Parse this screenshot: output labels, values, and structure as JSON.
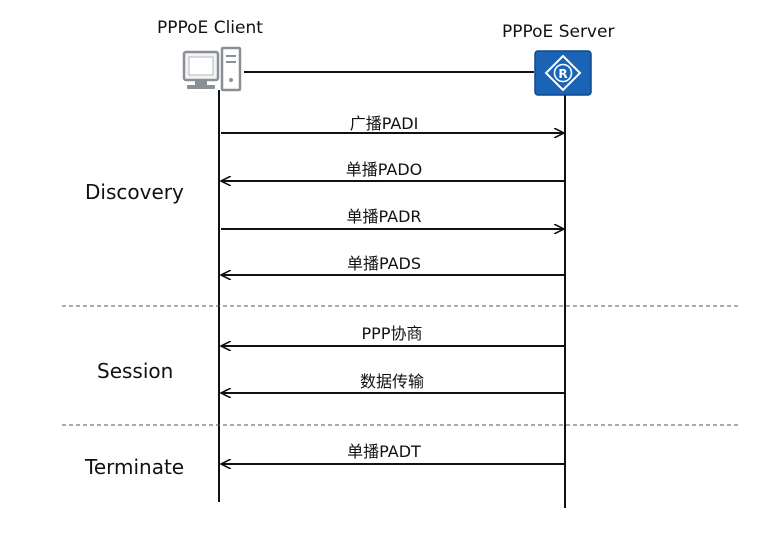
{
  "actors": {
    "client": {
      "label": "PPPoE Client",
      "icon": "computer-icon"
    },
    "server": {
      "label": "PPPoE Server",
      "icon": "router-icon"
    }
  },
  "phases": [
    {
      "label": "Discovery"
    },
    {
      "label": "Session"
    },
    {
      "label": "Terminate"
    }
  ],
  "messages": [
    {
      "label": "广播PADI",
      "direction": "client-to-server"
    },
    {
      "label": "单播PADO",
      "direction": "server-to-client"
    },
    {
      "label": "单播PADR",
      "direction": "client-to-server"
    },
    {
      "label": "单播PADS",
      "direction": "server-to-client"
    },
    {
      "label": "PPP协商",
      "direction": "server-to-client"
    },
    {
      "label": "数据传输",
      "direction": "server-to-client"
    },
    {
      "label": "单播PADT",
      "direction": "server-to-client"
    }
  ],
  "colors": {
    "line": "#111111",
    "divider": "#555555",
    "router_fill": "#1b63b5",
    "router_stroke": "#0f4a8f",
    "computer": "#8a8f96"
  }
}
